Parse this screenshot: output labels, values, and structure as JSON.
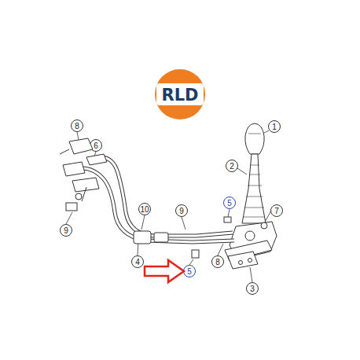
{
  "diagram": {
    "labels": [
      "RLD",
      "1",
      "2",
      "8",
      "6",
      "9",
      "10",
      "9",
      "5",
      "7",
      "4",
      "8",
      "3",
      "5"
    ]
  }
}
